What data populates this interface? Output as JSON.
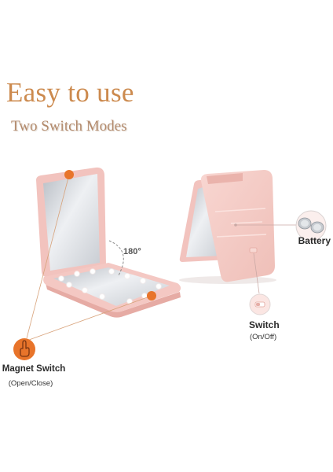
{
  "header": {
    "title": "Easy to use",
    "subtitle": "Two Switch Modes"
  },
  "left_mirror": {
    "angle_label": "180°",
    "magnet_switch": {
      "label": "Magnet Switch",
      "sublabel": "(Open/Close)",
      "icon": "hand-tap-icon"
    }
  },
  "right_mirror": {
    "battery": {
      "label": "Battery",
      "icon": "coin-battery-icon"
    },
    "switch": {
      "label": "Switch",
      "sublabel": "(On/Off)",
      "icon": "slide-switch-icon"
    }
  },
  "colors": {
    "title": "#cc8a4e",
    "subtitle": "#b38a6c",
    "accent": "#e8742a",
    "case_pink": "#f3c7c2",
    "mirror_silver": "#d9dde2"
  }
}
